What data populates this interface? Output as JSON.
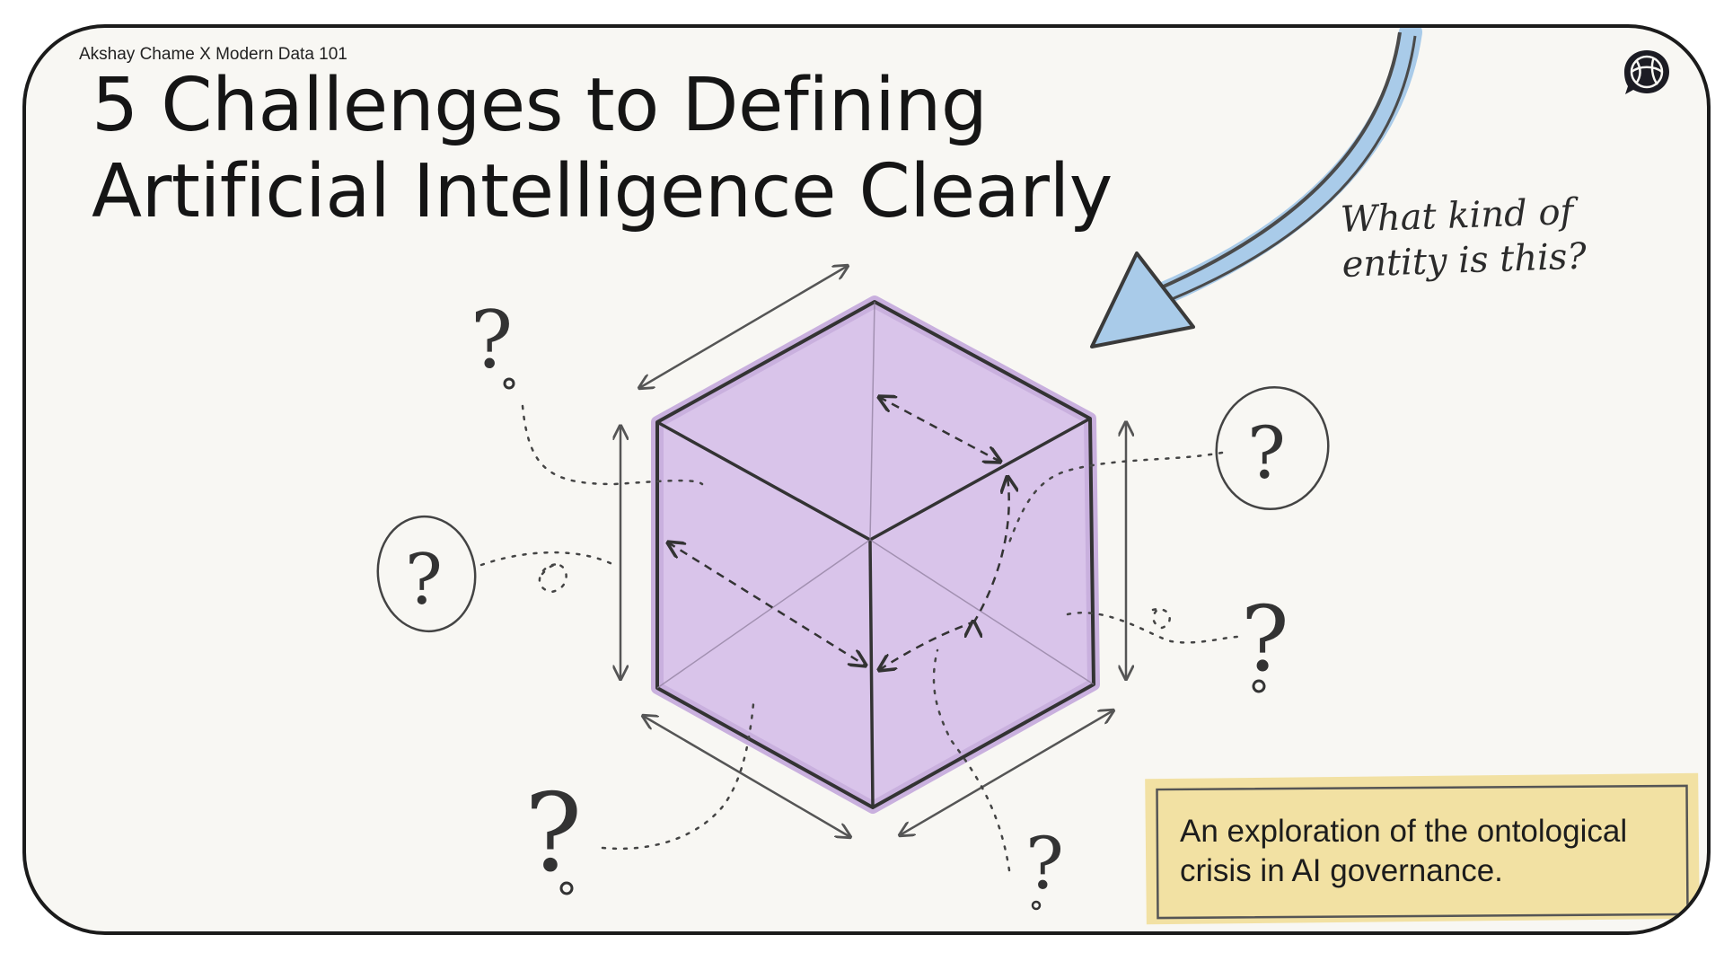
{
  "header": {
    "byline": "Akshay Chame X Modern Data 101"
  },
  "slide": {
    "title_lines": [
      "5 Challenges to Defining",
      "Artificial Intelligence Clearly"
    ],
    "annotation_lines": [
      "What kind of",
      "entity is this?"
    ],
    "caption_lines": [
      "An exploration of the ontological",
      "crisis in AI governance."
    ]
  },
  "illustration": {
    "question_mark": "?",
    "icon": "chat-globe-icon"
  },
  "colors": {
    "background": "#f8f7f3",
    "cube_fill": "#d9c4ea",
    "arrow_highlight": "#a9cbe9",
    "caption_box": "#f2e1a3",
    "ink": "#1a1a1a"
  }
}
